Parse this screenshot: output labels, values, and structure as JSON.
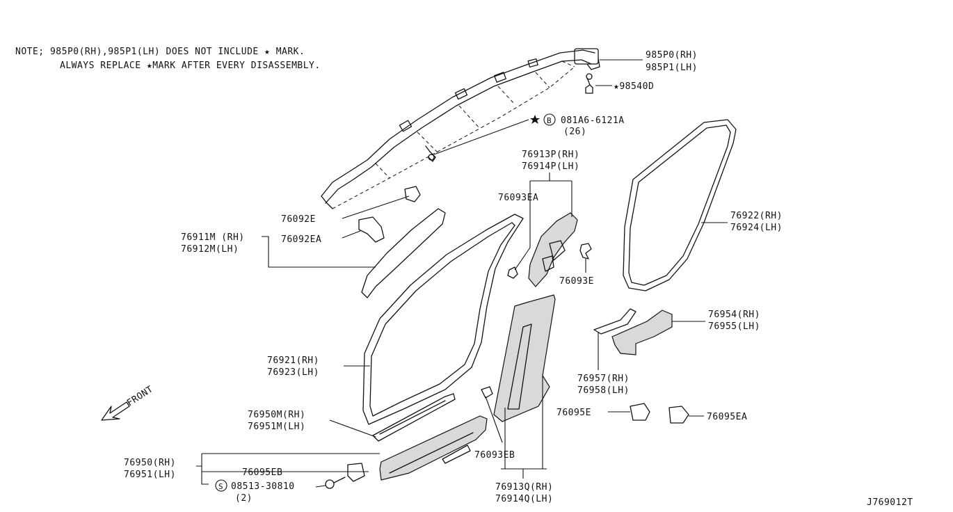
{
  "note": {
    "line1": "NOTE; 985P0(RH),985P1(LH) DOES NOT INCLUDE ★ MARK.",
    "line2": "ALWAYS REPLACE ★MARK AFTER EVERY DISASSEMBLY."
  },
  "labels": {
    "p985p0": "985P0(RH)",
    "p985p1": "985P1(LH)",
    "p98540d": "★98540D",
    "p081a6": "081A6-6121A",
    "p081a6_b": "B",
    "p081a6_qty": "(26)",
    "p76913p": "76913P(RH)",
    "p76914p": "76914P(LH)",
    "p76093ea": "76093EA",
    "p76093e": "76093E",
    "p76922": "76922(RH)",
    "p76924": "76924(LH)",
    "p76092e": "76092E",
    "p76911m": "76911M (RH)",
    "p76912m": "76912M(LH)",
    "p76092ea": "76092EA",
    "p76954": "76954(RH)",
    "p76955": "76955(LH)",
    "p76921": "76921(RH)",
    "p76923": "76923(LH)",
    "p76957": "76957(RH)",
    "p76958": "76958(LH)",
    "p76950m": "76950M(RH)",
    "p76951m": "76951M(LH)",
    "p76095e": "76095E",
    "p76095ea": "76095EA",
    "p76950": "76950(RH)",
    "p76951": "76951(LH)",
    "p76095eb": "76095EB",
    "p08513": "08513-30810",
    "p08513_s": "S",
    "p08513_qty": "(2)",
    "p76093eb": "76093EB",
    "p76913q": "76913Q(RH)",
    "p76914q": "76914Q(LH)",
    "front": "FRONT",
    "diagram_id": "J769012T"
  }
}
